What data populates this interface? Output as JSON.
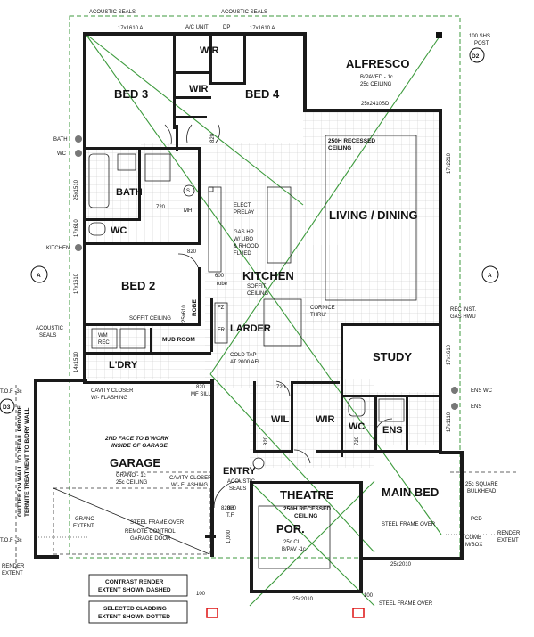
{
  "rooms": {
    "alfresco": "ALFRESCO",
    "bed3": "BED 3",
    "bed4": "BED 4",
    "wir_top": "WIR",
    "wir_mid": "WIR",
    "bath": "BATH",
    "wc": "WC",
    "living": "LIVING / DINING",
    "kitchen": "KITCHEN",
    "bed2": "BED 2",
    "larder": "LARDER",
    "ldry": "L'DRY",
    "study": "STUDY",
    "garage": "GARAGE",
    "wil": "WIL",
    "wir_low": "WIR",
    "wc2": "WC",
    "ens": "ENS",
    "entry": "ENTRY",
    "theatre": "THEATRE",
    "por": "POR.",
    "main_bed": "MAIN BED",
    "mud_room": "MUD ROOM",
    "robe": "ROBE"
  },
  "notes": {
    "acoustic_seals_l": "ACOUSTIC SEALS",
    "acoustic_seals_r": "ACOUSTIC SEALS",
    "win_17x1610_a": "17x1610 A",
    "ac_unit": "A/C UNIT",
    "dp": "DP",
    "win_17x1610_b": "17x1610 A",
    "shs_post": "100 SHS",
    "post": "POST",
    "d2": "D2",
    "alfresco_floor": "B/PAVED - 1c",
    "alfresco_ceiling": "25c CEILING",
    "win_25x2410": "25x2410SD",
    "recessed_ceiling_1": "250H RECESSED",
    "recessed_ceiling_2": "CEILING",
    "bath_label": "BATH",
    "wc_label": "WC",
    "kitchen_label": "KITCHEN",
    "elect": "ELECT",
    "prelay": "PRELAY",
    "gas_hp": "GAS HP",
    "wi_uso": "W/ UBO",
    "rhood": "& RHOOD",
    "flued": "FLUED",
    "soffit_1": "SOFFIT",
    "ceiling_1": "CEILING",
    "cornice": "CORNICE",
    "thru": "THRU'",
    "rec_inst": "REC INST.",
    "gas_hwu": "GAS HWU",
    "soffit_ceiling": "SOFFIT CEILING",
    "acoustic_seals_mid": "ACOUSTIC",
    "seals_mid": "SEALS",
    "wm_rec": "WM",
    "rec": "REC",
    "fz_rec": "FZ",
    "fr_rec": "FR",
    "cold_tap": "COLD TAP",
    "cold_tap_2": "AT 2000 AFL",
    "cavity_closer_1": "CAVITY CLOSER",
    "w_flashing_1": "W/- FLASHING",
    "mf_sill": "MF SILL",
    "dim_820_sill": "820",
    "ens_wc": "ENS WC",
    "ens_tag": "ENS",
    "second_face_1": "2ND FACE TO B'WORK",
    "second_face_2": "INSIDE OF GARAGE",
    "garage_floor": "GRANO - 1c",
    "garage_ceiling": "25c CEILING",
    "cavity_closer_2": "CAVITY CLOSER",
    "w_flashing_2": "W/- FLASHING",
    "acoustic_entry": "ACOUSTIC",
    "seals_entry": "SEALS",
    "theatre_recess_1": "250H RECESSED",
    "theatre_recess_2": "CEILING",
    "por_ceiling": "25c CL",
    "por_floor": "B/PAV -1c",
    "sq_bulkhead_1": "25c SQUARE",
    "sq_bulkhead_2": "BULKHEAD",
    "grano_extent_1": "GRANO",
    "grano_extent_2": "EXTENT",
    "steel_frame_1": "STEEL FRAME OVER",
    "remote_1": "REMOTE CONTROL",
    "remote_2": "GARAGE DOOR",
    "steel_frame_2": "STEEL FRAME OVER",
    "steel_frame_3": "STEEL FRAME OVER",
    "pcd": "PCD",
    "comb": "COMB",
    "mbox": "M/BOX",
    "render_ext_r1": "RENDER",
    "render_ext_r2": "EXTENT",
    "render_ext_l1": "RENDER",
    "render_ext_l2": "EXTENT",
    "tof_1": "T.O.F -3c",
    "tof_2": "T.O.F -3c",
    "d3": "D3",
    "gutter_1": "GUTTER ON WALL TO DETAIL PROVIDE",
    "gutter_2": "TERMITE TREATMENT TO B/DRY WALL",
    "side_bath": "BATH",
    "side_wc": "WC",
    "side_kitchen": "KITCHEN",
    "side_acoustic_1": "ACOUSTIC",
    "side_acoustic_2": "SEALS",
    "section_a": "A",
    "dim_25x2010_a": "25x2010",
    "dim_25x2010_b": "25x2010",
    "dim_820_a": "820",
    "dim_820_b": "820",
    "dim_820_c": "820",
    "dim_720_a": "720",
    "dim_720_b": "720",
    "dim_720_c": "720",
    "dim_600": "600",
    "dim_1000": "1,000",
    "dim_100_a": "100",
    "dim_100_b": "100",
    "dim_3x820": "820",
    "robe_label": "robe",
    "mh": "MH",
    "s_symbol": "S",
    "tf": "T.F",
    "dim_820h": "820H",
    "win_17x2210": "17x2210",
    "win_17x1610_r": "17x1610",
    "win_17x1110": "17x1110",
    "win_25x1510": "25x1510",
    "win_17x1610_l": "17x1610",
    "win_14x1510": "14x1510",
    "win_17x610": "17x610",
    "win_25x610": "25x610"
  },
  "legend": {
    "line1": "CONTRAST RENDER",
    "line2": "EXTENT SHOWN DASHED",
    "line3": "SELECTED CLADDING",
    "line4": "EXTENT SHOWN DOTTED"
  }
}
